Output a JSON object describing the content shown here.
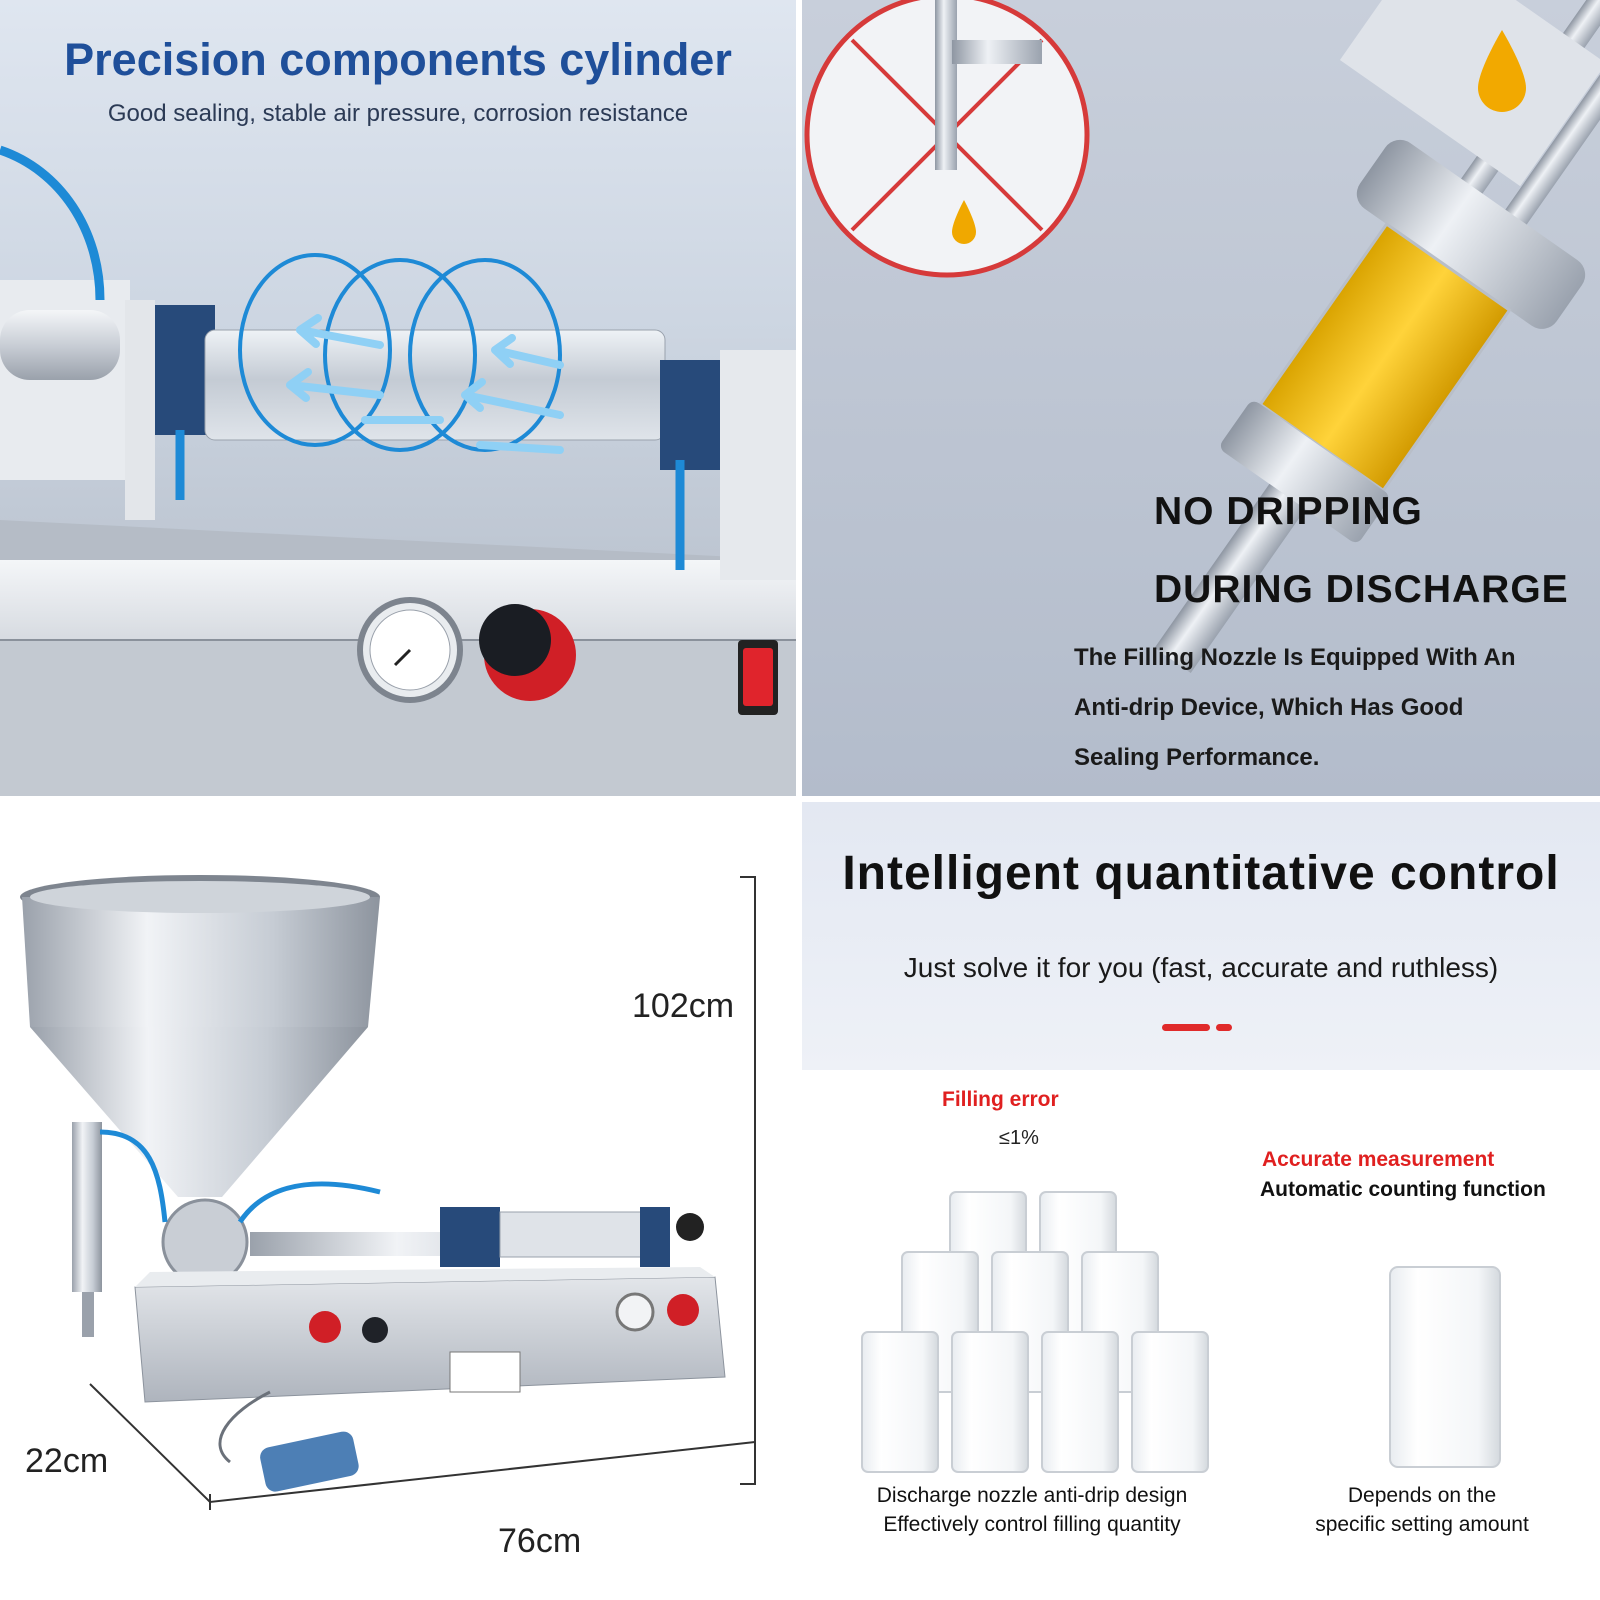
{
  "panel1": {
    "title": "Precision components cylinder",
    "subtitle": "Good sealing, stable air pressure, corrosion resistance"
  },
  "panel2": {
    "heading_line1": "NO DRIPPING",
    "heading_line2": "DURING DISCHARGE",
    "body_line1": "The Filling Nozzle Is Equipped With An",
    "body_line2": "Anti-drip Device, Which Has Good",
    "body_line3": "Sealing Performance."
  },
  "panel3": {
    "height": "102cm",
    "depth": "22cm",
    "width": "76cm"
  },
  "panel4": {
    "title": "Intelligent quantitative control",
    "subtitle": "Just solve it for you (fast, accurate and ruthless)",
    "filling_error_label": "Filling error",
    "filling_error_value": "≤1%",
    "accurate_label": "Accurate measurement",
    "accurate_sub": "Automatic counting function",
    "left_caption_line1": "Discharge nozzle anti-drip design",
    "left_caption_line2": "Effectively control filling quantity",
    "right_caption_line1": "Depends on the",
    "right_caption_line2": "specific setting amount"
  },
  "colors": {
    "title_blue": "#1f4f9a",
    "accent_red": "#e02020",
    "air_blue": "#1e8ad6",
    "oil_yellow": "#f0c020"
  },
  "icons": [
    "no-drip-prohibition-icon",
    "oil-drop-icon",
    "airflow-arrow-icon"
  ]
}
